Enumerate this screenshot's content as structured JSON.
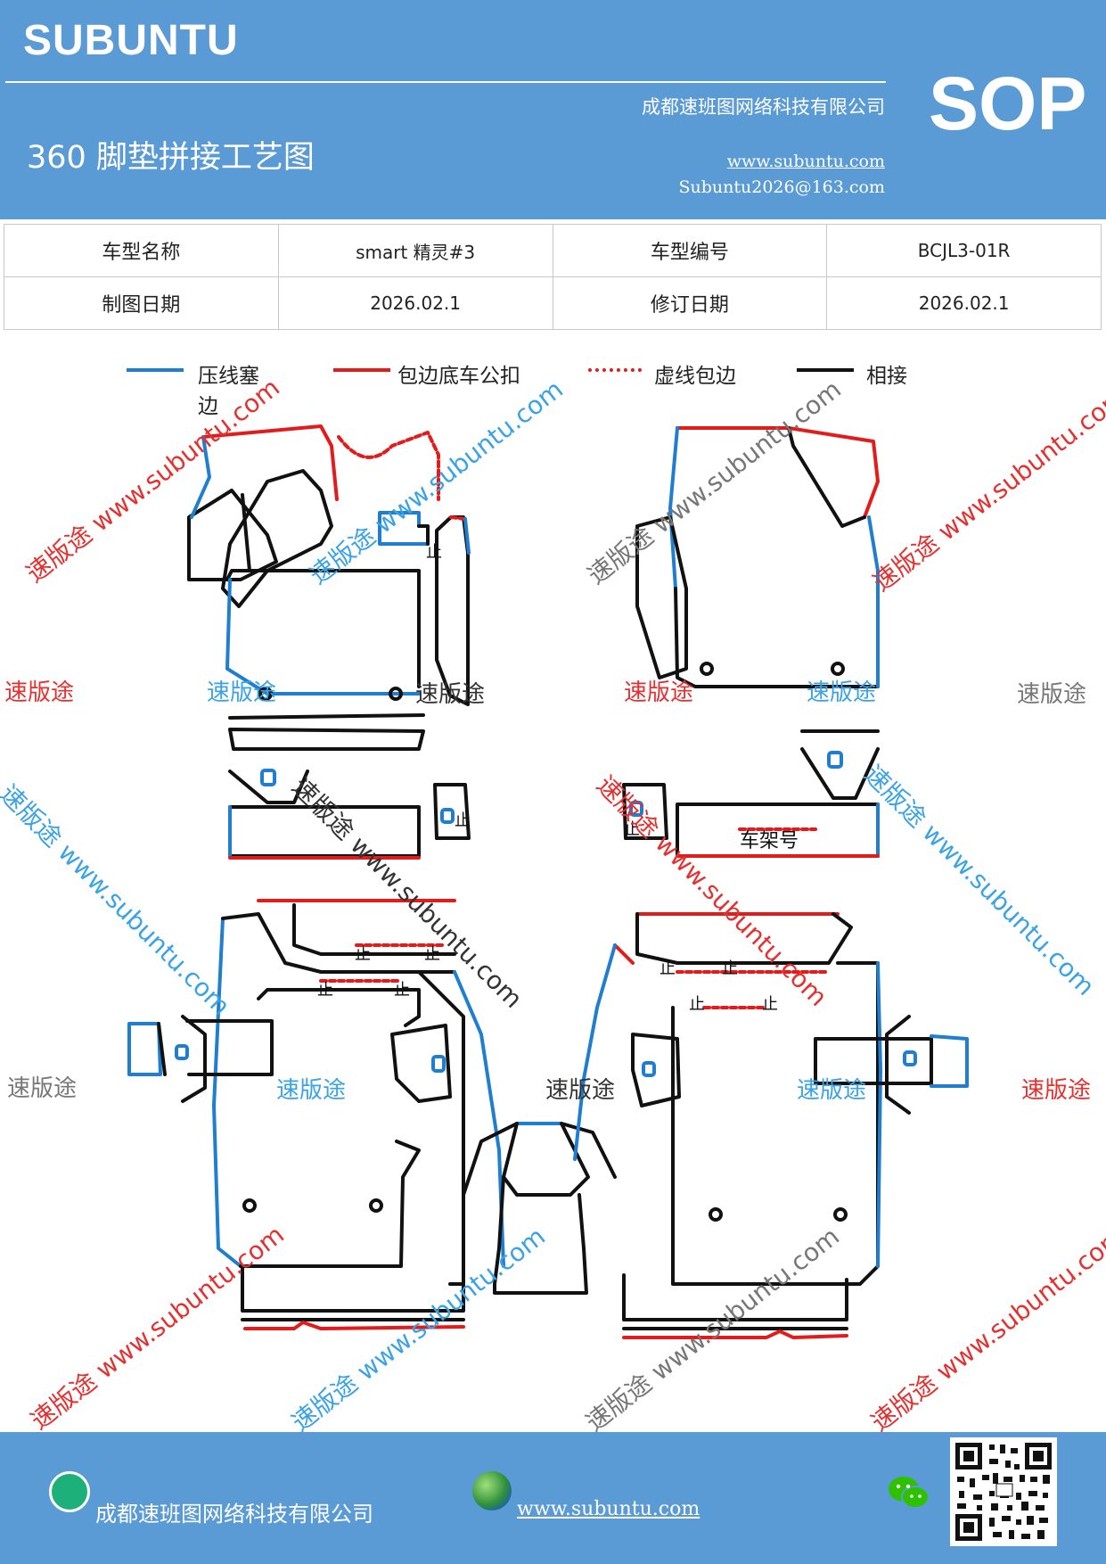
{
  "header": {
    "brand": "SUBUNTU",
    "company": "成都速班图网络科技有限公司",
    "title": "360 脚垫拼接工艺图",
    "website": "www.subuntu.com",
    "email": "Subuntu2026@163.com",
    "sop": "SOP"
  },
  "info": {
    "model_name_label": "车型名称",
    "model_name": "smart 精灵#3",
    "model_code_label": "车型编号",
    "model_code": "BCJL3-01R",
    "draw_date_label": "制图日期",
    "draw_date": "2026.02.1",
    "revise_date_label": "修订日期",
    "revise_date": "2026.02.1"
  },
  "legend": {
    "blue": "压线塞边",
    "red": "包边底车公扣",
    "dotted": "虚线包边",
    "black": "相接"
  },
  "colors": {
    "header_bg": "#5b9bd5",
    "blue_line": "#1f7ed0",
    "red_line": "#e31b1b",
    "black_line": "#111111",
    "wm_red": "#e63030",
    "wm_blue": "#3aa3e6",
    "wm_gray": "#777777"
  },
  "drawing": {
    "frame_label": "车架号",
    "buckle_mark": "止"
  },
  "watermarks": {
    "brand": "速版途",
    "diagonal": "速版途 www.subuntu.com"
  },
  "footer": {
    "company": "成都速班图网络科技有限公司",
    "website": "www.subuntu.com"
  }
}
